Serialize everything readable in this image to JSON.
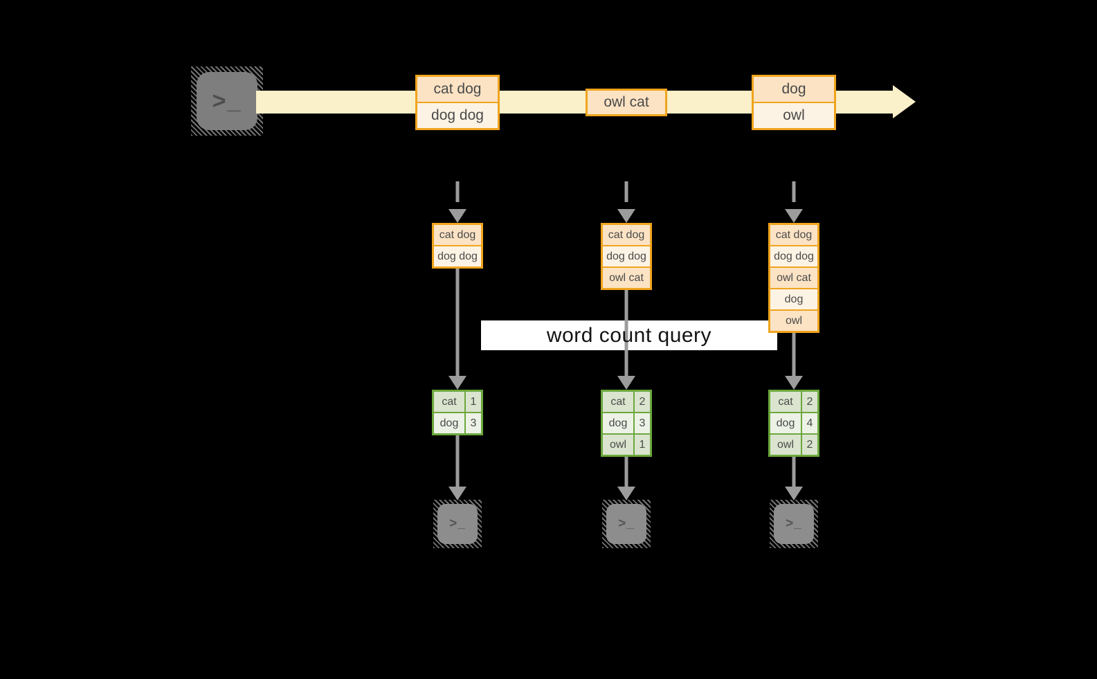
{
  "colors": {
    "background": "#000000",
    "stream_band": "#FAF0CA",
    "orange_border": "#F0A41D",
    "orange_fill_dark": "#FBE3C4",
    "orange_fill_light": "#FDF3E4",
    "green_border": "#6CA83D",
    "green_fill_dark": "#DAE4CE",
    "green_fill_light": "#EDF2E7",
    "arrow_gray": "#9C9C9C",
    "label_background": "#FFFFFF"
  },
  "icons": {
    "terminal_glyph": ">_"
  },
  "stream": {
    "messages": [
      {
        "lines": [
          "cat dog",
          "dog dog"
        ]
      },
      {
        "lines": [
          "owl cat"
        ]
      },
      {
        "lines": [
          "dog",
          "owl"
        ]
      }
    ]
  },
  "query_label": "word count query",
  "columns": [
    {
      "buffer": [
        "cat dog",
        "dog dog"
      ],
      "counts": [
        {
          "word": "cat",
          "value": "1"
        },
        {
          "word": "dog",
          "value": "3"
        }
      ]
    },
    {
      "buffer": [
        "cat dog",
        "dog dog",
        "owl cat"
      ],
      "counts": [
        {
          "word": "cat",
          "value": "2"
        },
        {
          "word": "dog",
          "value": "3"
        },
        {
          "word": "owl",
          "value": "1"
        }
      ]
    },
    {
      "buffer": [
        "cat dog",
        "dog dog",
        "owl cat",
        "dog",
        "owl"
      ],
      "counts": [
        {
          "word": "cat",
          "value": "2"
        },
        {
          "word": "dog",
          "value": "4"
        },
        {
          "word": "owl",
          "value": "2"
        }
      ]
    }
  ]
}
